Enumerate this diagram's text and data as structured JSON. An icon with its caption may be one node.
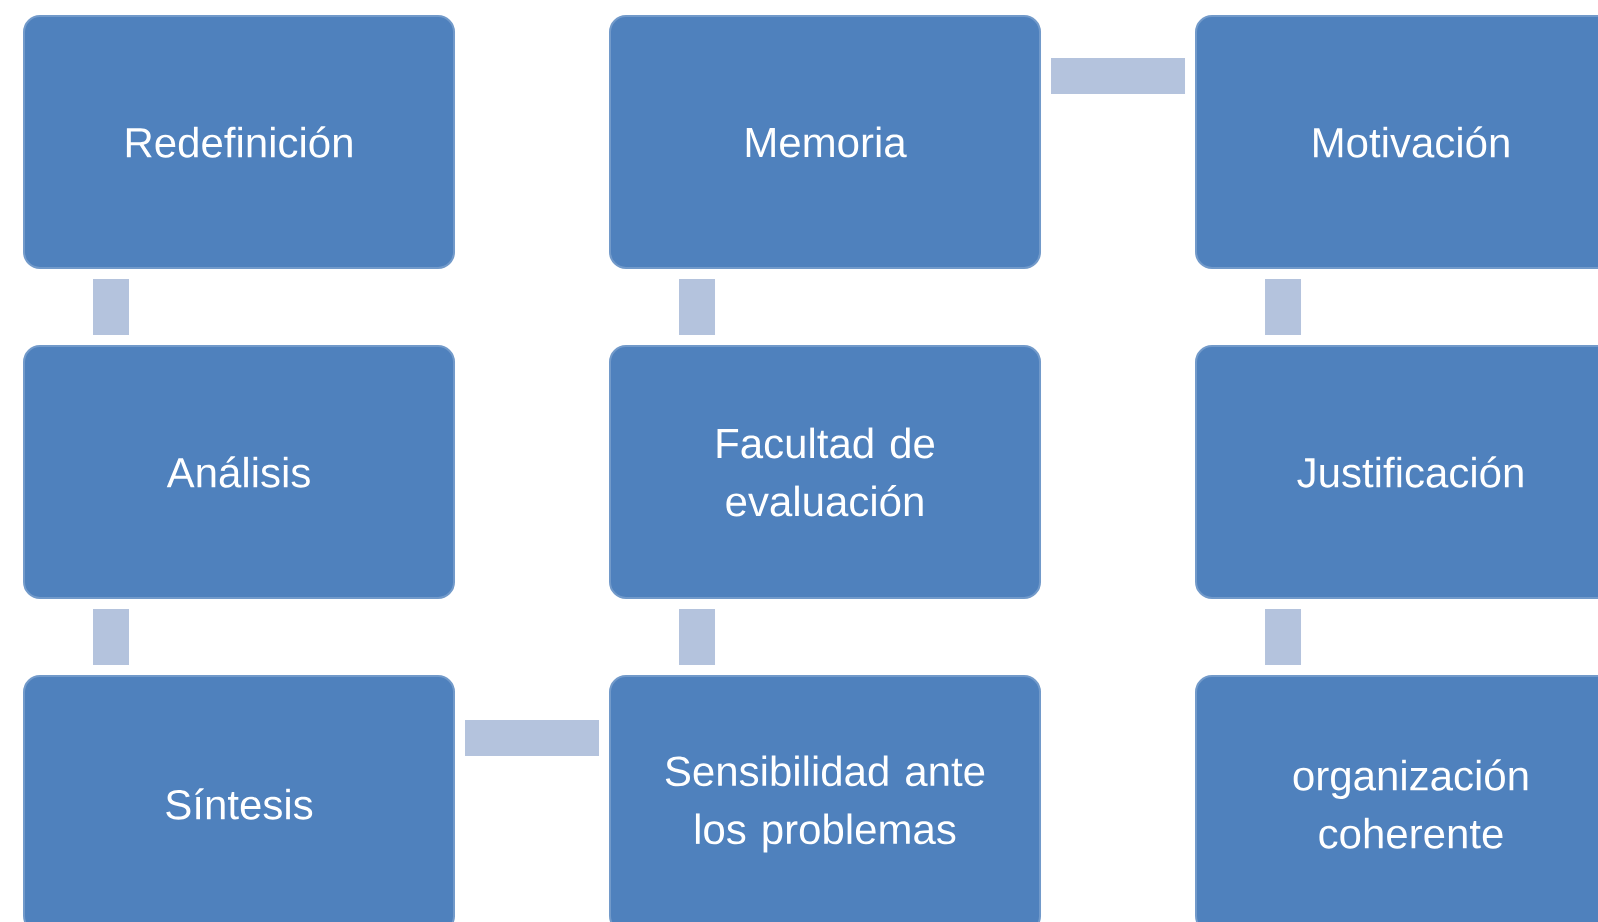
{
  "diagram": {
    "nodes": [
      {
        "text": [
          "Redefinición"
        ]
      },
      {
        "text": [
          "Análisis"
        ]
      },
      {
        "text": [
          "Síntesis"
        ]
      },
      {
        "text": [
          "Memoria"
        ]
      },
      {
        "text": [
          "Facultad de evaluación"
        ]
      },
      {
        "text": [
          "Sensibilidad ante los problemas"
        ]
      },
      {
        "text": [
          "Motivación"
        ]
      },
      {
        "text": [
          "Justificación"
        ]
      },
      {
        "text": [
          "organización coherente"
        ]
      }
    ],
    "edges": [
      {
        "from": 0,
        "to": 1,
        "arrow": "none"
      },
      {
        "from": 1,
        "to": 2,
        "arrow": "none"
      },
      {
        "from": 2,
        "to": 5,
        "arrow": "none"
      },
      {
        "from": 5,
        "to": 4,
        "arrow": "none"
      },
      {
        "from": 4,
        "to": 3,
        "arrow": "none"
      },
      {
        "from": 3,
        "to": 6,
        "arrow": "none"
      },
      {
        "from": 6,
        "to": 7,
        "arrow": "none"
      },
      {
        "from": 7,
        "to": 8,
        "arrow": "none"
      }
    ]
  }
}
